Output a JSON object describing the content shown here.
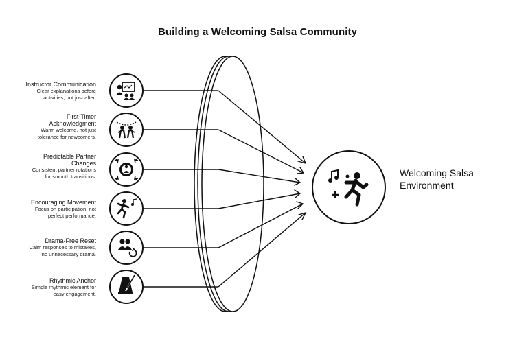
{
  "title": "Building a Welcoming Salsa Community",
  "factors": [
    {
      "title": "Instructor Communication",
      "desc": [
        "Clear explanations before",
        "activities, not just after."
      ],
      "icon": "instructor-board-icon"
    },
    {
      "title": [
        "First-Timer",
        "Acknowledgment"
      ],
      "desc": [
        "Warm welcome, not just",
        "tolerance for newcomers."
      ],
      "icon": "people-welcome-icon"
    },
    {
      "title": [
        "Predictable Partner",
        "Changes"
      ],
      "desc": [
        "Consistent partner rotations",
        "for smooth transitions."
      ],
      "icon": "rotation-arrows-icon"
    },
    {
      "title": "Encouraging Movement",
      "desc": [
        "Focus on participation, not",
        "perfect performance."
      ],
      "icon": "dancer-music-icon"
    },
    {
      "title": "Drama-Free Reset",
      "desc": [
        "Calm responses to mistakes,",
        "no unnecessary drama."
      ],
      "icon": "people-refresh-icon"
    },
    {
      "title": "Rhythmic Anchor",
      "desc": [
        "Simple rhythmic element for",
        "easy engagement."
      ],
      "icon": "metronome-icon"
    }
  ],
  "outcome": {
    "lines": [
      "Welcoming Salsa",
      "Environment"
    ],
    "icon": "salsa-dancer-icon"
  },
  "colors": {
    "stroke": "#111111",
    "background": "#ffffff"
  }
}
